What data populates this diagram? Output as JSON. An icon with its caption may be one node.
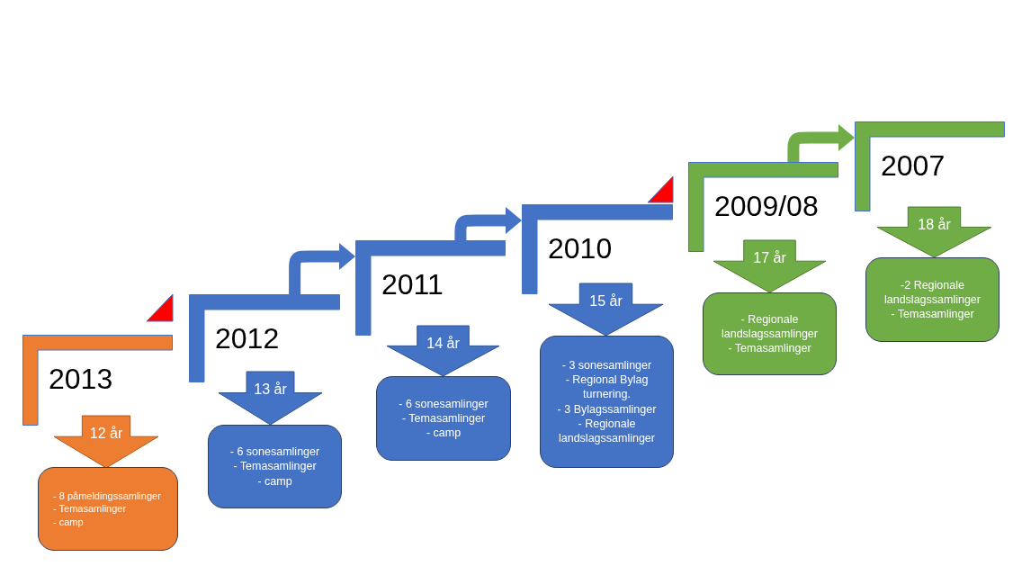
{
  "diagram": {
    "nodes": [
      {
        "text": [
          "2013"
        ]
      },
      {
        "text": [
          "12 år"
        ]
      },
      {
        "text": [
          "- 8 påmeldingssamlinger",
          "- Temasamlinger",
          "- camp"
        ]
      },
      {
        "text": [
          "2012"
        ]
      },
      {
        "text": [
          "13 år"
        ]
      },
      {
        "text": [
          "- 6 sonesamlinger",
          "- Temasamlinger",
          "- camp"
        ]
      },
      {
        "text": [
          "2011"
        ]
      },
      {
        "text": [
          "14 år"
        ]
      },
      {
        "text": [
          "- 6 sonesamlinger",
          "- Temasamlinger",
          "- camp"
        ]
      },
      {
        "text": [
          "2010"
        ]
      },
      {
        "text": [
          "15 år"
        ]
      },
      {
        "text": [
          "- 3 sonesamlinger",
          "- Regional Bylag turnering.",
          "- 3 Bylagssamlinger",
          "- Regionale landslagssamlinger"
        ]
      },
      {
        "text": [
          "2009/08"
        ]
      },
      {
        "text": [
          "17 år"
        ]
      },
      {
        "text": [
          "- Regionale landslagssamlinger",
          "- Temasamlinger"
        ]
      },
      {
        "text": [
          "2007"
        ]
      },
      {
        "text": [
          "18 år"
        ]
      },
      {
        "text": [
          "-2 Regionale landslagssamlinger",
          "- Temasamlinger"
        ]
      }
    ],
    "edges": [
      {
        "from": 3,
        "to": 6,
        "arrow": "to"
      },
      {
        "from": 6,
        "to": 9,
        "arrow": "to"
      },
      {
        "from": 12,
        "to": 15,
        "arrow": "to",
        "color": "#70ad47"
      }
    ]
  }
}
